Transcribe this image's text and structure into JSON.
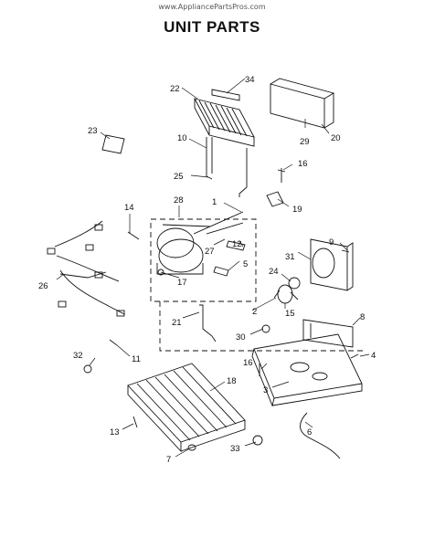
{
  "watermark": "www.AppliancePartsPros.com",
  "title": "UNIT PARTS",
  "callouts": [
    {
      "n": "1"
    },
    {
      "n": "2"
    },
    {
      "n": "3"
    },
    {
      "n": "4"
    },
    {
      "n": "5"
    },
    {
      "n": "6"
    },
    {
      "n": "7"
    },
    {
      "n": "8"
    },
    {
      "n": "9"
    },
    {
      "n": "10"
    },
    {
      "n": "11"
    },
    {
      "n": "12"
    },
    {
      "n": "13"
    },
    {
      "n": "14"
    },
    {
      "n": "15"
    },
    {
      "n": "16"
    },
    {
      "n": "16"
    },
    {
      "n": "17"
    },
    {
      "n": "18"
    },
    {
      "n": "19"
    },
    {
      "n": "20"
    },
    {
      "n": "21"
    },
    {
      "n": "22"
    },
    {
      "n": "23"
    },
    {
      "n": "24"
    },
    {
      "n": "25"
    },
    {
      "n": "26"
    },
    {
      "n": "27"
    },
    {
      "n": "28"
    },
    {
      "n": "29"
    },
    {
      "n": "30"
    },
    {
      "n": "31"
    },
    {
      "n": "32"
    },
    {
      "n": "33"
    },
    {
      "n": "34"
    }
  ]
}
